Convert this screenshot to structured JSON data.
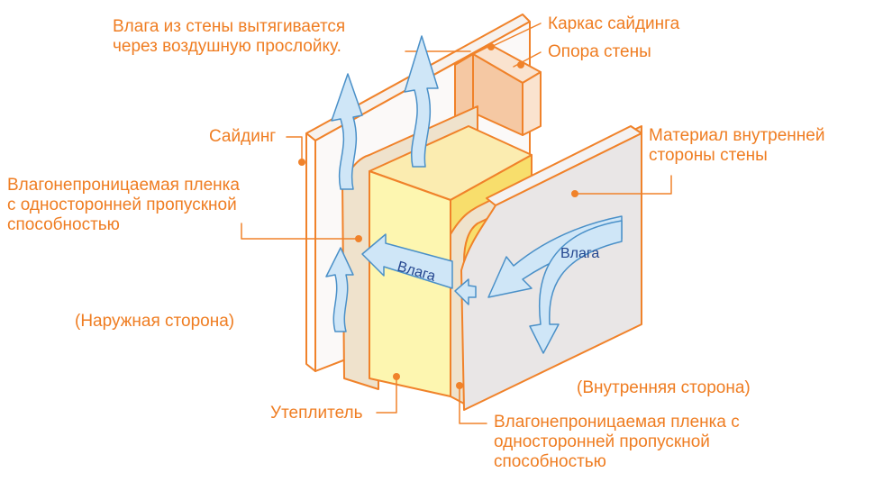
{
  "labels": {
    "moisture_from_wall": "Влага из стены вытягивается\nчерез воздушную прослойку.",
    "siding_frame": "Каркас сайдинга",
    "wall_support": "Опора стены",
    "siding": "Сайдинг",
    "inner_material": "Материал внутренней\nстороны стены",
    "membrane_outer": "Влагонепроницаемая пленка\nс односторонней пропускной\nспособностью",
    "outside": "(Наружная сторона)",
    "insulation": "Утеплитель",
    "inside": "(Внутренняя сторона)",
    "membrane_inner": "Влагонепроницаемая пленка с\nодносторонней пропускной\nспособностью",
    "moisture_center": "Влага",
    "moisture_right": "Влага"
  },
  "colors": {
    "label_orange": "#ef7d22",
    "outline_orange": "#f0822a",
    "arrow_fill": "#cfe6f7",
    "arrow_stroke": "#4a90c8",
    "insulation_front": "#fdf6b0",
    "insulation_side": "#f8de6c",
    "stud_front": "#f5c8a3",
    "stud_side": "#fae3cf",
    "membrane": "#efe2cc",
    "gray_board": "#e9e6e6",
    "arrow_text": "#24468f"
  }
}
